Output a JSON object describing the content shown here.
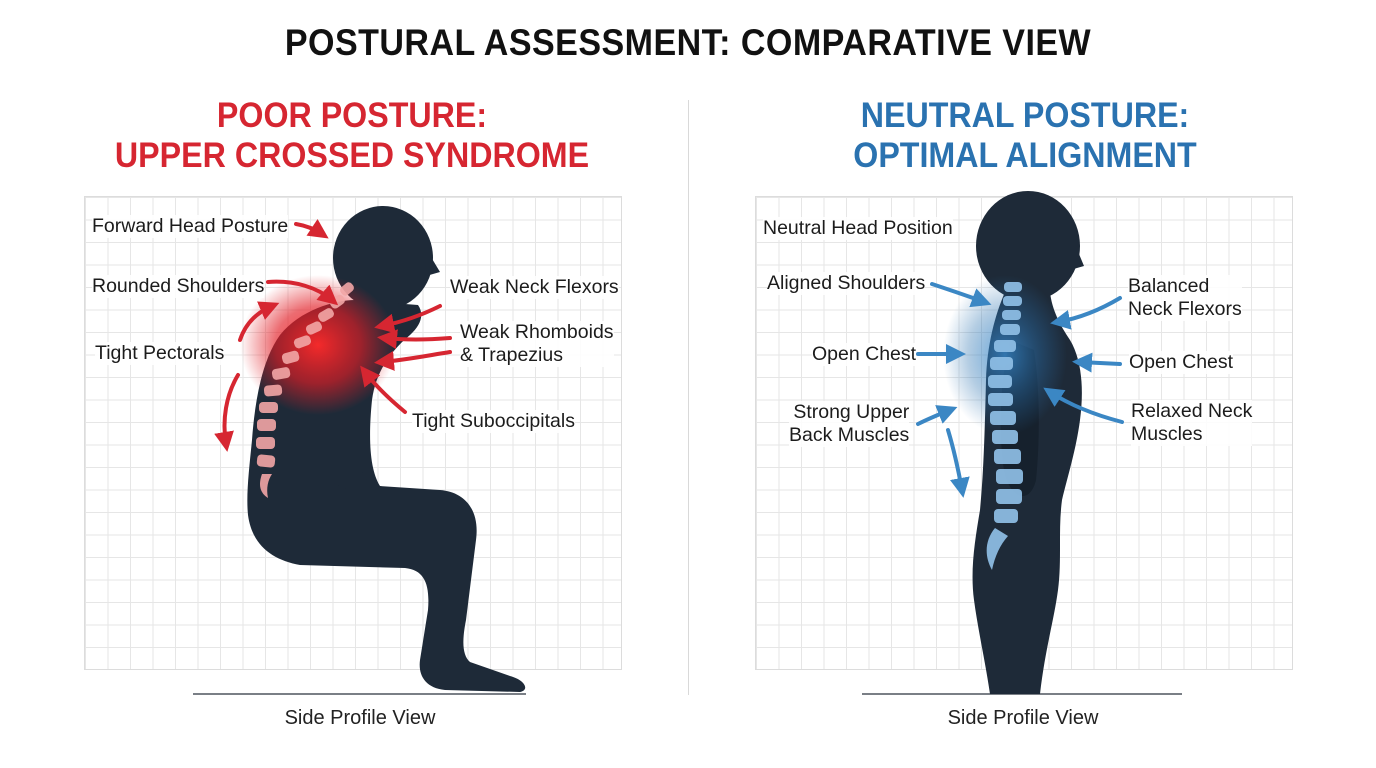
{
  "title": "POSTURAL ASSESSMENT: COMPARATIVE VIEW",
  "colors": {
    "poor": "#d62631",
    "neutral": "#2a72b0",
    "figure": "#1e2a38",
    "grid": "#e6e6e6"
  },
  "left_panel": {
    "title_line1": "POOR POSTURE:",
    "title_line2": "UPPER CROSSED SYNDROME",
    "caption": "Side Profile View",
    "labels": {
      "forward_head": "Forward Head Posture",
      "rounded_shoulders": "Rounded Shoulders",
      "tight_pectorals": "Tight Pectorals",
      "weak_neck_flexors": "Weak Neck Flexors",
      "weak_rhomboids_line1": "Weak Rhomboids",
      "weak_rhomboids_line2": "& Trapezius",
      "tight_suboccipitals": "Tight Suboccipitals"
    }
  },
  "right_panel": {
    "title_line1": "NEUTRAL POSTURE:",
    "title_line2": "OPTIMAL ALIGNMENT",
    "caption": "Side Profile View",
    "labels": {
      "neutral_head": "Neutral Head Position",
      "aligned_shoulders": "Aligned Shoulders",
      "open_chest_left": "Open Chest",
      "strong_upper_back_line1": "Strong Upper",
      "strong_upper_back_line2": "Back Muscles",
      "balanced_neck_line1": "Balanced",
      "balanced_neck_line2": "Neck Flexors",
      "open_chest_right": "Open Chest",
      "relaxed_neck_line1": "Relaxed Neck",
      "relaxed_neck_line2": "Muscles"
    }
  }
}
